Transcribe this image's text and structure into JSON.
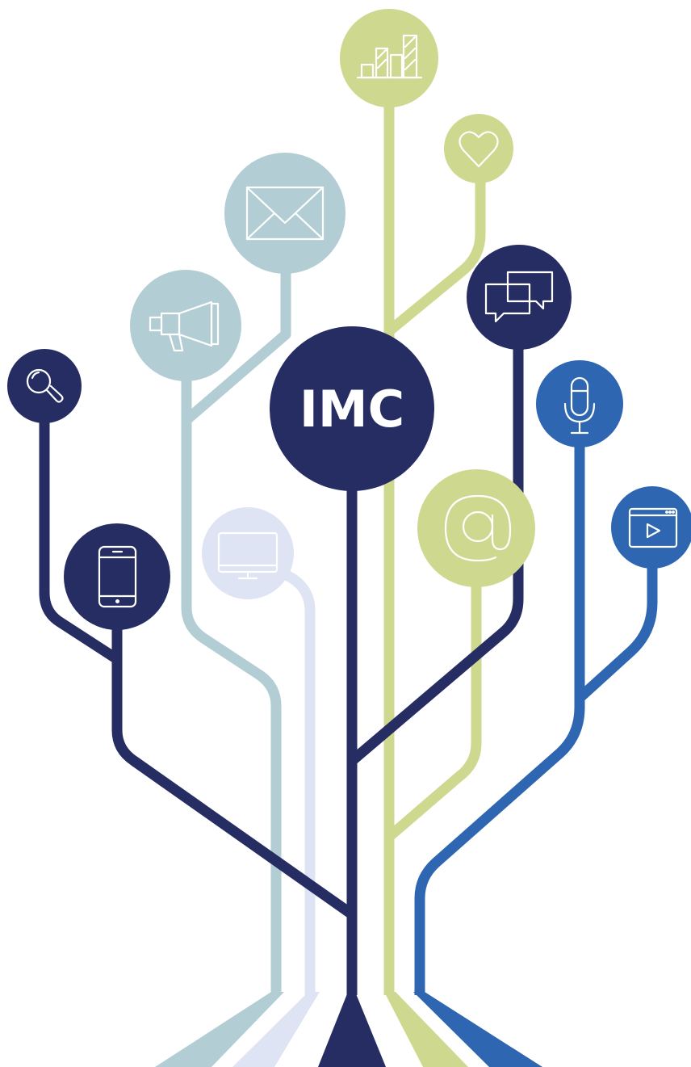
{
  "center": {
    "label": "IMC"
  },
  "colors": {
    "navy": "#262d63",
    "lime": "#cfd88f",
    "teal": "#b2cdd3",
    "pale": "#dee4f3",
    "blue": "#2e66b1",
    "white": "#ffffff"
  },
  "nodes": [
    {
      "icon": "bar-chart-icon",
      "color": "lime"
    },
    {
      "icon": "heart-icon",
      "color": "lime"
    },
    {
      "icon": "envelope-icon",
      "color": "teal"
    },
    {
      "icon": "megaphone-icon",
      "color": "teal"
    },
    {
      "icon": "chat-bubbles-icon",
      "color": "navy"
    },
    {
      "icon": "magnifier-icon",
      "color": "navy"
    },
    {
      "icon": "microphone-icon",
      "color": "blue"
    },
    {
      "icon": "smartphone-icon",
      "color": "navy"
    },
    {
      "icon": "monitor-icon",
      "color": "pale"
    },
    {
      "icon": "at-sign-icon",
      "color": "lime"
    },
    {
      "icon": "video-player-icon",
      "color": "blue"
    }
  ]
}
